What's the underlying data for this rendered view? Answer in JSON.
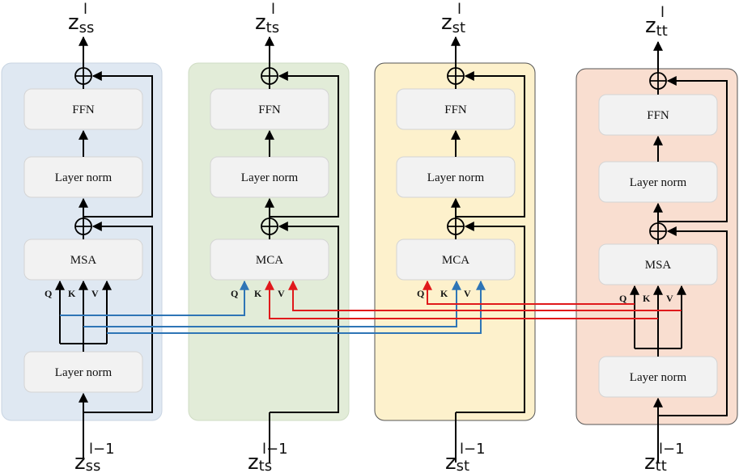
{
  "colors": {
    "panel_ss": "#dfe8f2",
    "panel_ts": "#e2ecd8",
    "panel_st": "#fdf1cc",
    "panel_tt": "#f9ded0",
    "box_fill": "#f2f2f2",
    "box_stroke": "#d4d4d4",
    "line_black": "#000000",
    "line_blue": "#2e75b6",
    "line_red": "#e0191b"
  },
  "symbols": {
    "add": "⊕"
  },
  "blocks": [
    {
      "id": "ss",
      "module_top": "FFN",
      "norm_top": "Layer norm",
      "attn": "MSA",
      "norm_bottom": "Layer norm",
      "q": "Q",
      "k": "K",
      "v": "V",
      "out_base": "z",
      "out_sup": "l",
      "out_sub": "ss",
      "in_base": "z",
      "in_sup": "l−1",
      "in_sub": "ss"
    },
    {
      "id": "ts",
      "module_top": "FFN",
      "norm_top": "Layer norm",
      "attn": "MCA",
      "q": "Q",
      "k": "K",
      "v": "V",
      "out_base": "z",
      "out_sup": "l",
      "out_sub": "ts",
      "in_base": "z",
      "in_sup": "l−1",
      "in_sub": "ts"
    },
    {
      "id": "st",
      "module_top": "FFN",
      "norm_top": "Layer norm",
      "attn": "MCA",
      "q": "Q",
      "k": "K",
      "v": "V",
      "out_base": "z",
      "out_sup": "l",
      "out_sub": "st",
      "in_base": "z",
      "in_sup": "l−1",
      "in_sub": "st"
    },
    {
      "id": "tt",
      "module_top": "FFN",
      "norm_top": "Layer norm",
      "attn": "MSA",
      "norm_bottom": "Layer norm",
      "q": "Q",
      "k": "K",
      "v": "V",
      "out_base": "z",
      "out_sup": "l",
      "out_sub": "tt",
      "in_base": "z",
      "in_sup": "l−1",
      "in_sub": "tt"
    }
  ]
}
